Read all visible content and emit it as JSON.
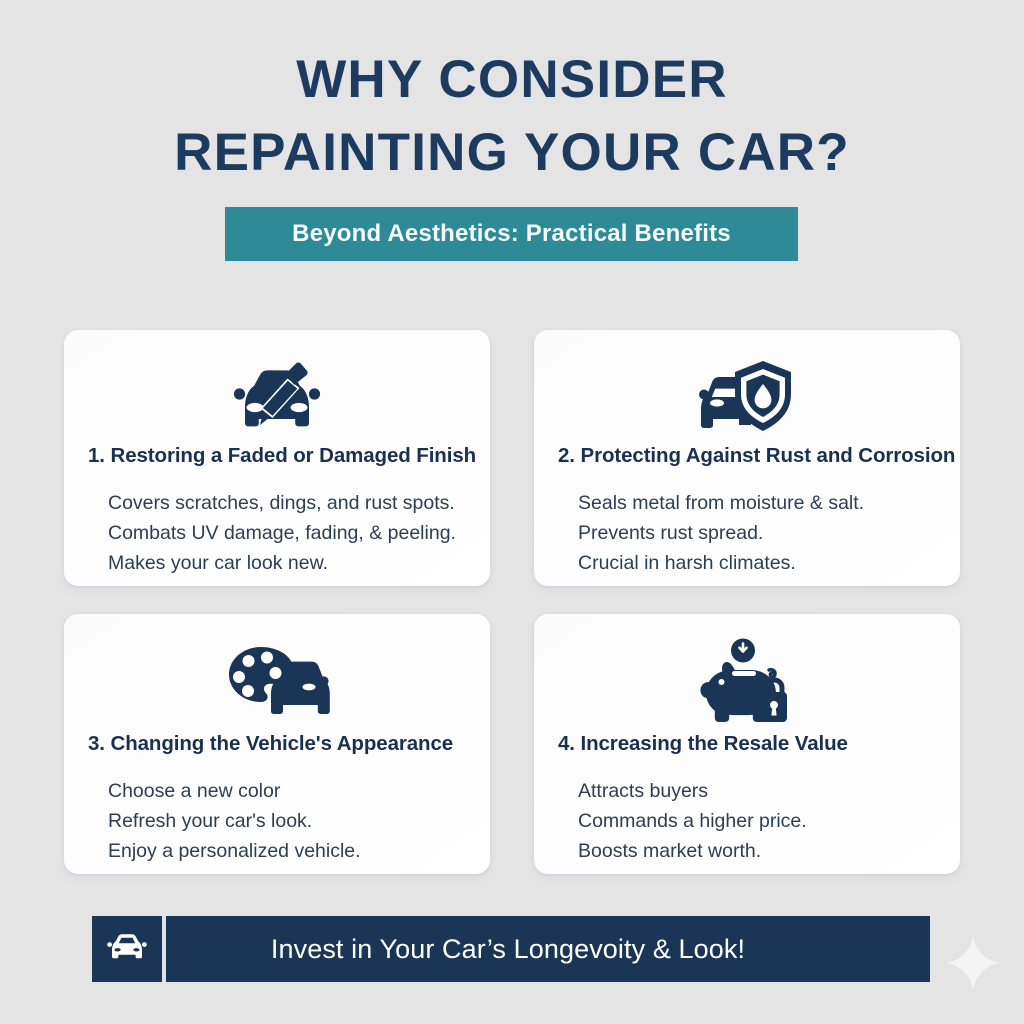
{
  "title": {
    "line1": "WHY CONSIDER",
    "line2": "REPAINTING YOUR CAR?"
  },
  "subtitle": {
    "text": "Beyond Aesthetics: Practical Benefits"
  },
  "cards": [
    {
      "icon": "car-paintbrush-icon",
      "heading": "1. Restoring a Faded or Damaged Finish",
      "lines": [
        "Covers scratches, dings, and rust spots.",
        "Combats UV damage, fading, & peeling.",
        "Makes your car look new."
      ]
    },
    {
      "icon": "car-shield-droplet-icon",
      "heading": "2. Protecting Against Rust and Corrosion",
      "lines": [
        "Seals metal from moisture & salt.",
        "Prevents rust spread.",
        "Crucial in harsh climates."
      ]
    },
    {
      "icon": "palette-car-icon",
      "heading": "3. Changing the Vehicle's Appearance",
      "lines": [
        "Choose a new color",
        "Refresh your car's look.",
        "Enjoy a personalized vehicle."
      ]
    },
    {
      "icon": "piggy-bank-lock-icon",
      "heading": "4. Increasing the Resale Value",
      "lines": [
        "Attracts buyers",
        "Commands a higher price.",
        "Boosts market worth."
      ]
    }
  ],
  "footer": {
    "icon": "car-front-icon",
    "text": "Invest in Your Car’s Longevoity & Look!"
  },
  "colors": {
    "background": "#e4e4e5",
    "title_navy": "#1d3a5f",
    "banner_teal": "#2e8a97",
    "card_white": "#fdfdfd",
    "heading_navy": "#18314f",
    "body_slate": "#2c3e52",
    "footer_navy": "#1b3557",
    "icon_navy": "#1b3557"
  }
}
